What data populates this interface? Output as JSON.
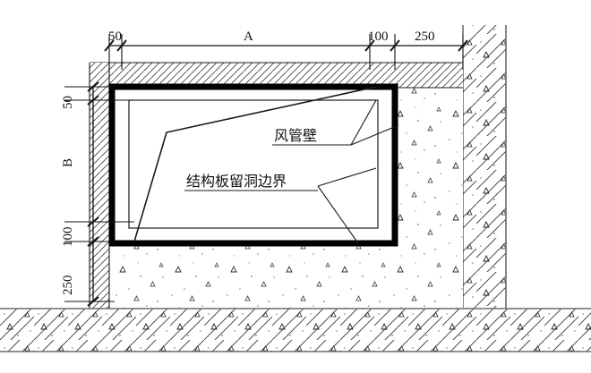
{
  "drawing": {
    "title": "duct-opening-detail",
    "colors": {
      "line": "#1a1a1a",
      "thick_line": "#000000",
      "hatch": "#555555",
      "speckle": "#444444",
      "background": "#ffffff"
    },
    "dimensions": {
      "horizontal": [
        {
          "label": "50",
          "name": "dim-h-50"
        },
        {
          "label": "A",
          "name": "dim-h-A"
        },
        {
          "label": "100",
          "name": "dim-h-100"
        },
        {
          "label": "250",
          "name": "dim-h-250"
        }
      ],
      "vertical": [
        {
          "label": "50",
          "name": "dim-v-50"
        },
        {
          "label": "B",
          "name": "dim-v-B"
        },
        {
          "label": "100",
          "name": "dim-v-100"
        },
        {
          "label": "250",
          "name": "dim-v-250"
        }
      ]
    },
    "annotations": [
      {
        "label": "风管壁",
        "name": "annotation-duct-wall"
      },
      {
        "label": "结构板留洞边界",
        "name": "annotation-slab-opening-boundary"
      }
    ]
  }
}
